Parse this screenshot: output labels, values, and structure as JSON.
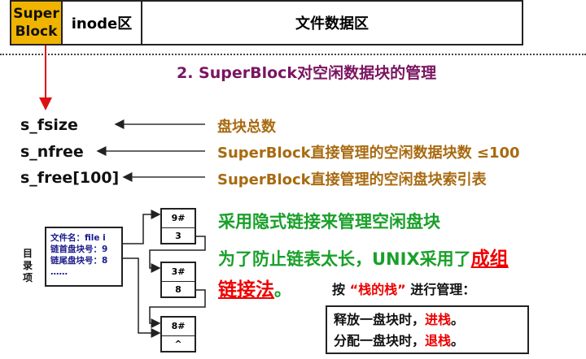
{
  "layout_bar": {
    "superblock_line1": "Super",
    "superblock_line2": "Block",
    "inode_label": "inode区",
    "data_label": "文件数据区"
  },
  "heading": "2.   SuperBlock对空闲数据块的管理",
  "fields": [
    {
      "name": "s_fsize",
      "desc": "盘块总数"
    },
    {
      "name": "s_nfree",
      "desc": "SuperBlock直接管理的空闲数据块数    ≤100"
    },
    {
      "name": "s_free[100]",
      "desc": "SuperBlock直接管理的空闲盘块索引表"
    }
  ],
  "directory": {
    "vertical_label": [
      "目",
      "录",
      "项"
    ],
    "lines": [
      "文件名：file i",
      "链首盘块号：9",
      "链尾盘块号：8",
      "……"
    ]
  },
  "blocks": [
    {
      "id": "9#",
      "next": "3"
    },
    {
      "id": "3#",
      "next": "8"
    },
    {
      "id": "8#",
      "next": "^"
    }
  ],
  "notes": {
    "line1": "采用隐式链接来管理空闲盘块",
    "line2_prefix": "为了防止链表太长，UNIX采用了",
    "line2_red": "成组",
    "line3_red": "链接法",
    "line3_suffix": "。",
    "line3_manage_prefix": "按 ",
    "line3_manage_quote": "“栈的栈”",
    "line3_manage_suffix": " 进行管理："
  },
  "manage": {
    "release_prefix": "释放一盘块时，",
    "release_red": "进栈",
    "release_suffix": "。",
    "alloc_prefix": "分配一盘块时，",
    "alloc_red": "退栈",
    "alloc_suffix": "。"
  },
  "colors": {
    "superblock_fill": "#f0b400",
    "heading": "#7a1560",
    "desc": "#a86a10",
    "green": "#1aa02a",
    "red": "#ee0000",
    "pointer_arrow": "#dd1111"
  }
}
